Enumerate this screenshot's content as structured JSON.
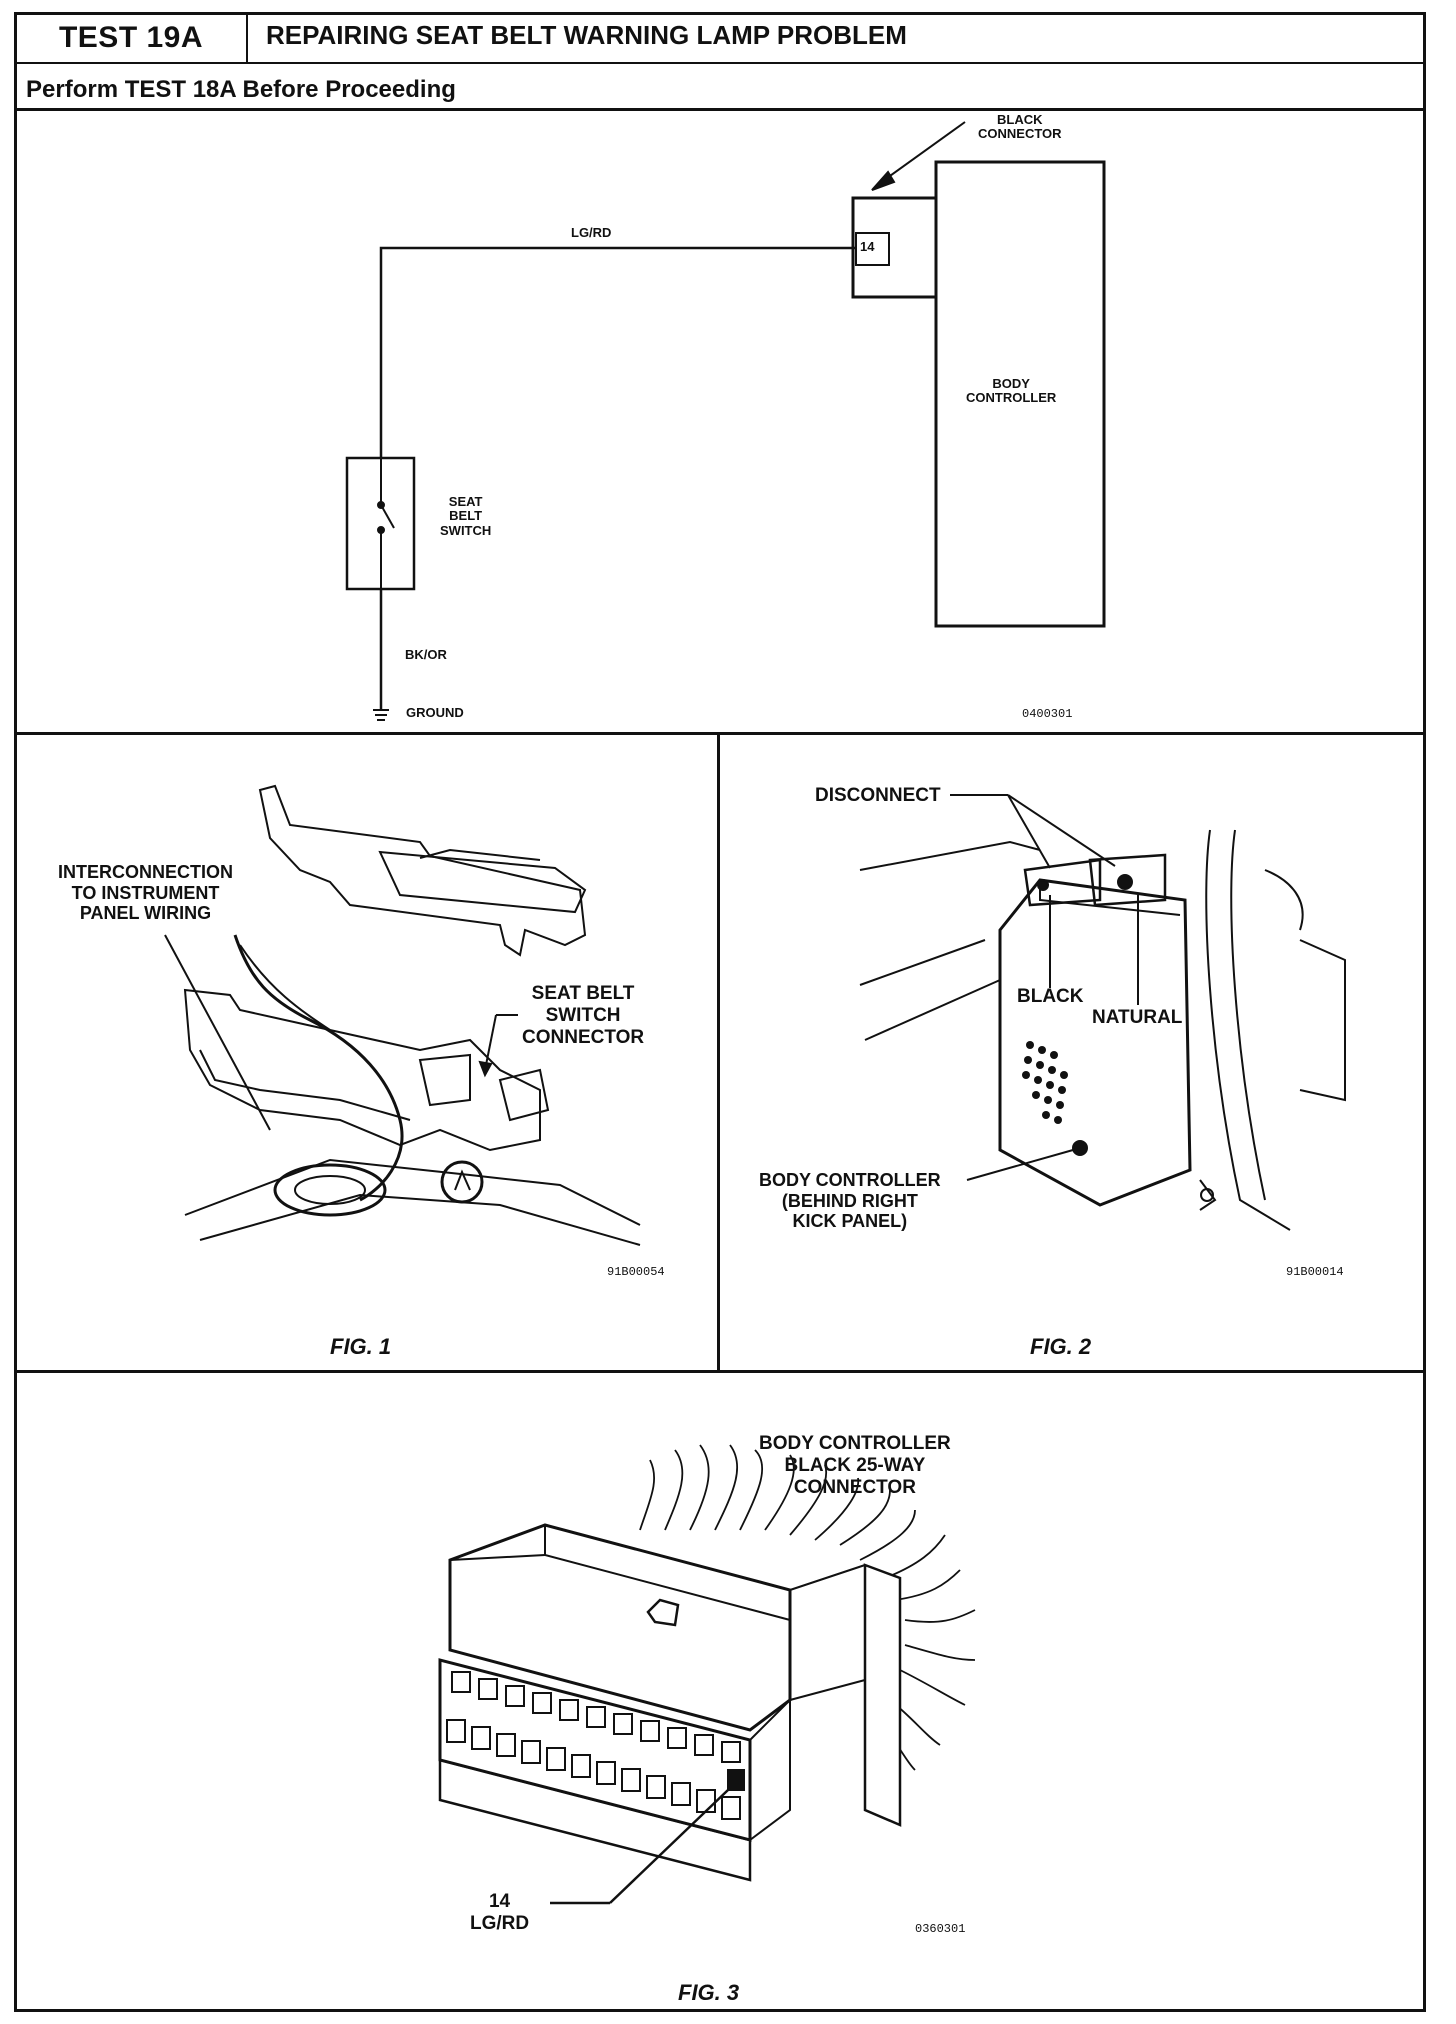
{
  "header": {
    "test_id": "TEST 19A",
    "title": "REPAIRING SEAT BELT WARNING LAMP PROBLEM",
    "subtitle": "Perform TEST 18A Before Proceeding"
  },
  "schematic": {
    "connector_label": "BLACK\nCONNECTOR",
    "pin": "14",
    "wire_top": "LG/RD",
    "controller_label": "BODY\nCONTROLLER",
    "switch_label": "SEAT\nBELT\nSWITCH",
    "wire_bottom": "BK/OR",
    "ground_label": "GROUND",
    "code": "0400301"
  },
  "fig1": {
    "label_interconnection": "INTERCONNECTION\nTO INSTRUMENT\nPANEL WIRING",
    "label_switch_connector": "SEAT BELT\nSWITCH\nCONNECTOR",
    "code": "91B00054",
    "caption": "FIG. 1"
  },
  "fig2": {
    "label_disconnect": "DISCONNECT",
    "label_black": "BLACK",
    "label_natural": "NATURAL",
    "label_body_controller": "BODY CONTROLLER\n(BEHIND RIGHT\nKICK PANEL)",
    "code": "91B00014",
    "caption": "FIG. 2"
  },
  "fig3": {
    "label_connector": "BODY CONTROLLER\nBLACK 25-WAY\nCONNECTOR",
    "label_pin": "14\nLG/RD",
    "code": "0360301",
    "caption": "FIG. 3"
  }
}
